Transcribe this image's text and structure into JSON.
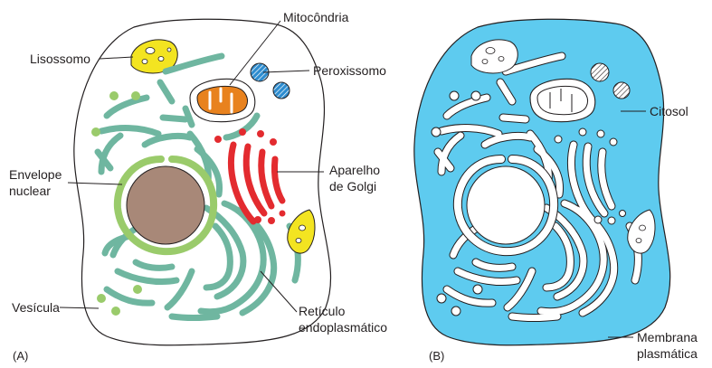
{
  "panels": {
    "a": {
      "tag": "(A)"
    },
    "b": {
      "tag": "(B)"
    }
  },
  "labels": {
    "mitocondria": "Mitocôndria",
    "lisossomo": "Lisossomo",
    "peroxissomo": "Peroxissomo",
    "envelope_1": "Envelope",
    "envelope_2": "nuclear",
    "golgi_1": "Aparelho",
    "golgi_2": "de Golgi",
    "vesicula": "Vesícula",
    "reticulo_1": "Retículo",
    "reticulo_2": "endoplasmático",
    "citosol": "Citosol",
    "membrana_1": "Membrana",
    "membrana_2": "plasmática"
  },
  "colors": {
    "er": "#6fb6a0",
    "nucleus": "#a88878",
    "envelope": "#9acb6b",
    "golgi": "#e32b2f",
    "mitochondria_inner": "#e8821e",
    "lysosome": "#f3e421",
    "peroxisome": "#2d8ccf",
    "vesicle": "#9acb6b",
    "cytosol": "#5ecbef",
    "outline": "#231f20"
  }
}
